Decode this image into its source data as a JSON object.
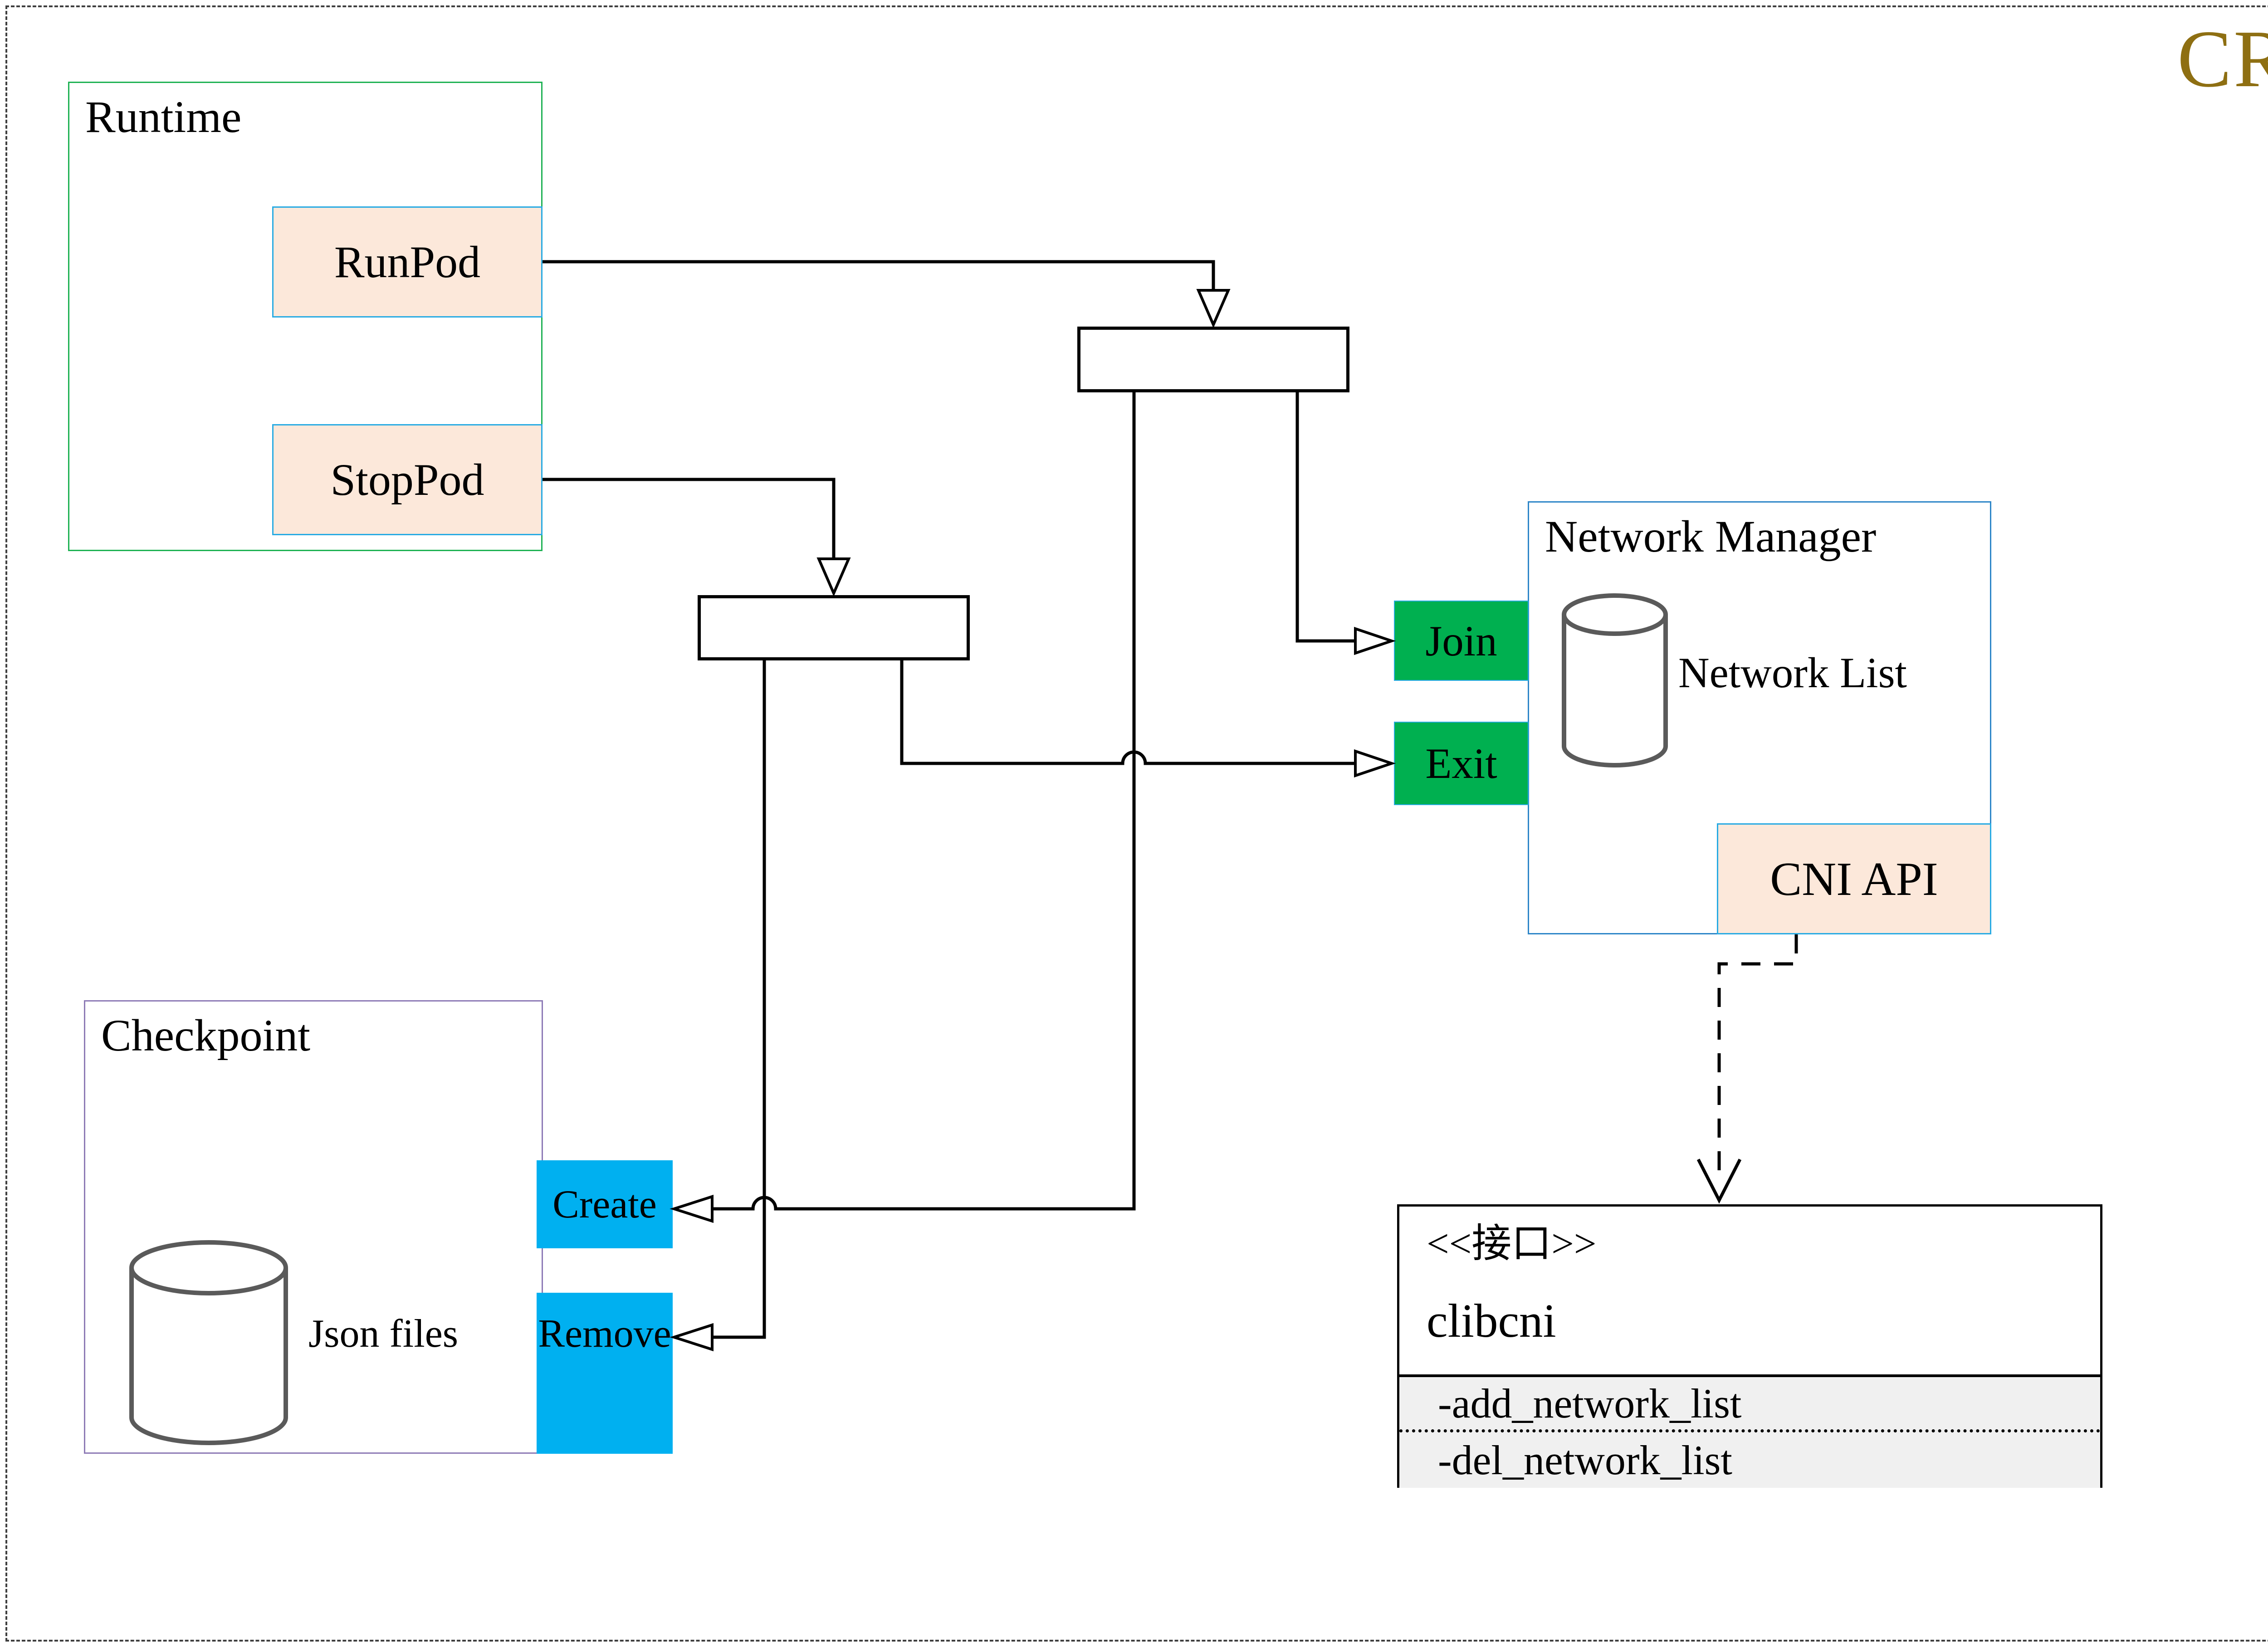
{
  "diagram_title": {
    "label": "CRI",
    "color": "#8e6f12"
  },
  "colors": {
    "runtime_border": "#1fb254",
    "checkpoint_border": "#8e7bb6",
    "network_manager_border": "#2e86c8",
    "method_fill": "#fce8da",
    "method_border": "#29abe3",
    "action_green": "#00b050",
    "action_cyan": "#00b0f0",
    "interface_section_fill": "#f0f0f0",
    "connector": "#000000"
  },
  "runtime": {
    "title": "Runtime",
    "run_pod": "RunPod",
    "stop_pod": "StopPod"
  },
  "network_manager": {
    "title": "Network Manager",
    "network_list_label": "Network List",
    "join": "Join",
    "exit": "Exit",
    "cni_api": "CNI API",
    "database_icon": "cylinder-icon"
  },
  "checkpoint": {
    "title": "Checkpoint",
    "json_files_label": "Json files",
    "create": "Create",
    "remove": "Remove",
    "database_icon": "cylinder-icon"
  },
  "interface_box": {
    "stereotype": "<<接口>>",
    "name": "clibcni",
    "methods": [
      "-add_network_list",
      "-del_network_list"
    ]
  }
}
